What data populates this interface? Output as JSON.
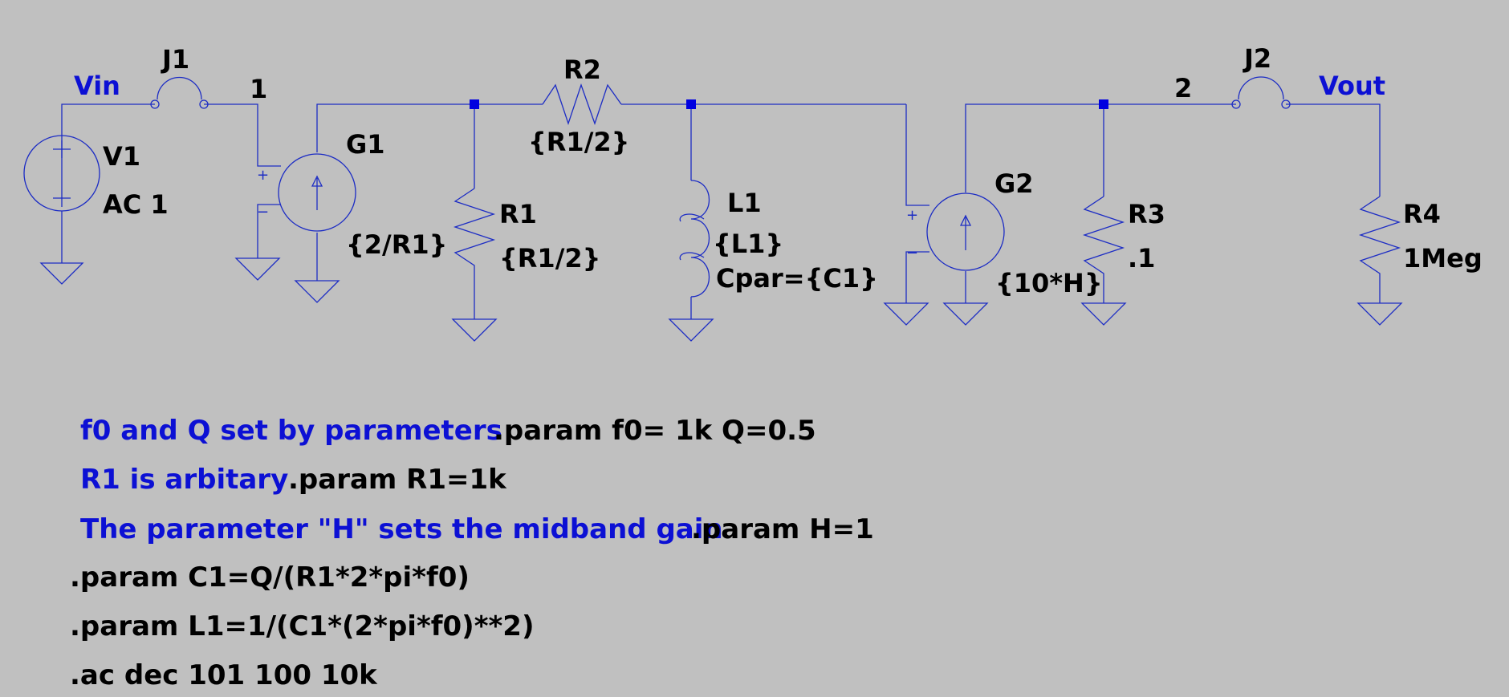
{
  "net_labels": {
    "vin": "Vin",
    "vout": "Vout",
    "n1": "1",
    "n2": "2"
  },
  "components": {
    "V1": {
      "name": "V1",
      "value": "AC 1"
    },
    "J1": {
      "name": "J1"
    },
    "J2": {
      "name": "J2"
    },
    "G1": {
      "name": "G1",
      "value": "{2/R1}"
    },
    "G2": {
      "name": "G2",
      "value": "{10*H}"
    },
    "R1": {
      "name": "R1",
      "value": "{R1/2}"
    },
    "R2": {
      "name": "R2",
      "value": "{R1/2}"
    },
    "R3": {
      "name": "R3",
      "value": ".1"
    },
    "R4": {
      "name": "R4",
      "value": "1Meg"
    },
    "L1": {
      "name": "L1",
      "value": "{L1}",
      "extra": "Cpar={C1}"
    }
  },
  "pin_marks": {
    "plus": "+",
    "minus": "−"
  },
  "comments": [
    "f0 and Q set by parameters",
    "R1 is arbitary",
    "The parameter \"H\" sets the midband gain"
  ],
  "directives": [
    ".param f0= 1k Q=0.5",
    ".param R1=1k",
    ".param H=1",
    ".param C1=Q/(R1*2*pi*f0)",
    ".param L1=1/(C1*(2*pi*f0)**2)",
    ".ac dec 101 100 10k"
  ],
  "colors": {
    "background": "#c0c0c0",
    "wire": "#1c2cc4",
    "comment_text": "#0c10d4",
    "label_text": "#000000"
  }
}
